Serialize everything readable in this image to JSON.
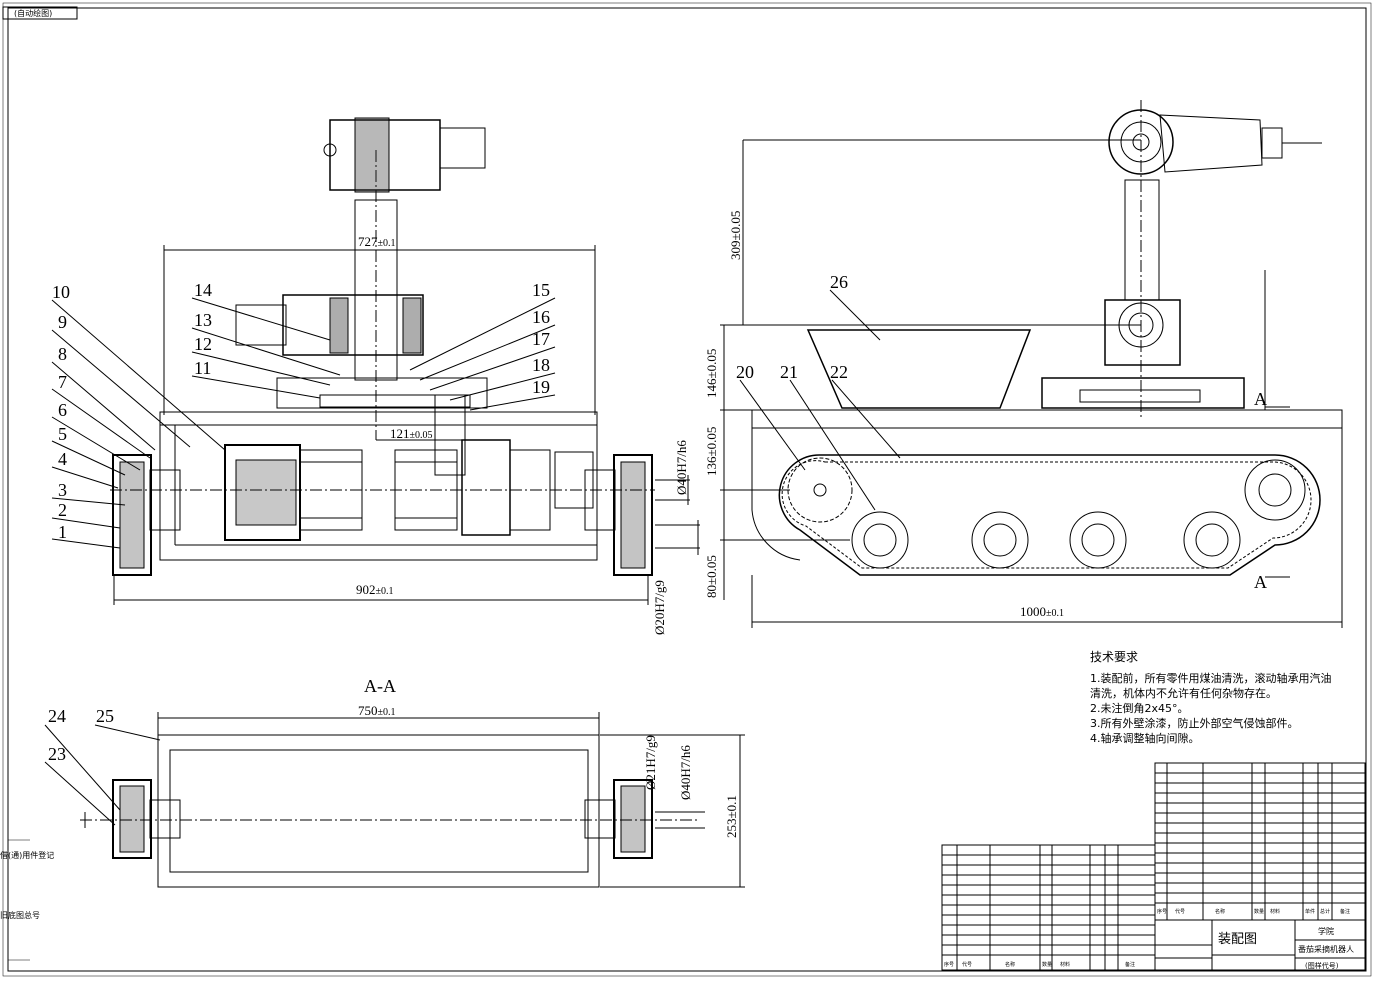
{
  "corner_tag": "(自动绘图)",
  "section_label": "A-A",
  "section_marks": [
    "A",
    "A"
  ],
  "balloons": [
    "1",
    "2",
    "3",
    "4",
    "5",
    "6",
    "7",
    "8",
    "9",
    "10",
    "11",
    "12",
    "13",
    "14",
    "15",
    "16",
    "17",
    "18",
    "19",
    "20",
    "21",
    "22",
    "23",
    "24",
    "25",
    "26"
  ],
  "dims": {
    "d727": "727",
    "d902": "902",
    "d121": "121",
    "d1000": "1000",
    "d750": "750",
    "tol01": "±0.1",
    "tol005": "±0.05",
    "d309": "309±0.05",
    "d146": "146±0.05",
    "d136": "136±0.05",
    "d80": "80±0.05",
    "d253": "253±0.1",
    "fit40": "Ø40H7/h6",
    "fit20": "Ø20H7/g9",
    "fit21": "Ø21H7/g9",
    "fit40b": "Ø40H7/h6"
  },
  "tech_req": {
    "title": "技术要求",
    "lines": [
      "1.装配前，所有零件用煤油清洗，滚动轴承用汽油",
      "清洗，机体内不允许有任何杂物存在。",
      "2.未注倒角2x45°。",
      "3.所有外壁涂漆，防止外部空气侵蚀部件。",
      "4.轴承调整轴向间隙。"
    ]
  },
  "title_block": {
    "drawing_type": "装配图",
    "school": "学院",
    "product": "番茄采摘机器人",
    "drawing_no": "(图样代号)"
  },
  "side_labels": [
    "借(通)用件登记",
    "旧底图总号"
  ],
  "bom_headers": [
    "序号",
    "代号",
    "名称",
    "数量",
    "材料",
    "单件",
    "总计",
    "备注"
  ]
}
